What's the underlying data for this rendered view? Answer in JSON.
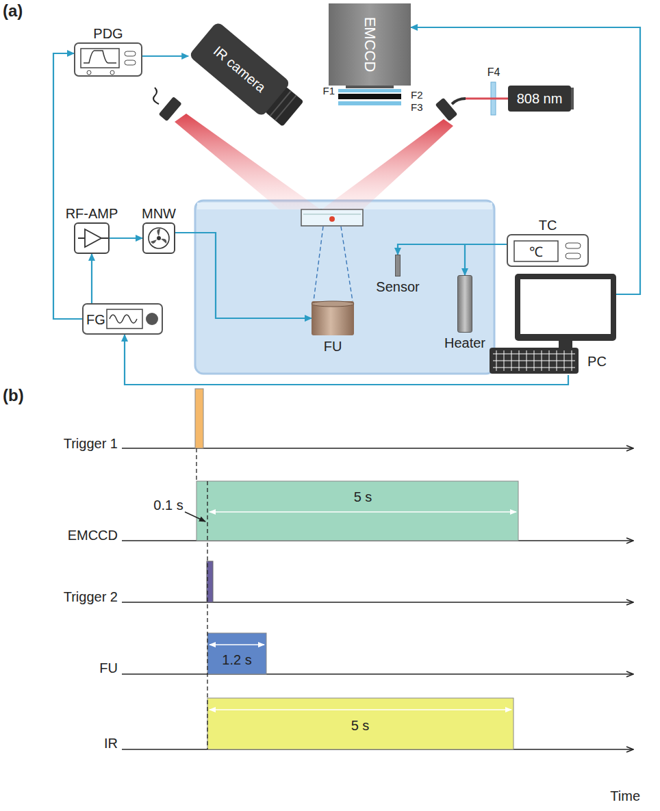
{
  "diagram": {
    "nodes": [
      {
        "text": [
          "PDG"
        ]
      },
      {
        "text": [
          "IR camera"
        ]
      },
      {
        "text": [
          "EMCCD"
        ]
      },
      {
        "text": [
          "808 nm"
        ]
      },
      {
        "text": [
          "TC",
          "℃"
        ]
      },
      {
        "text": [
          "RF-AMP"
        ]
      },
      {
        "text": [
          "MNW"
        ]
      },
      {
        "text": [
          "FG"
        ]
      },
      {
        "text": [
          "FU"
        ]
      },
      {
        "text": [
          "Sensor"
        ]
      },
      {
        "text": [
          "Heater"
        ]
      },
      {
        "text": [
          "PC"
        ]
      }
    ],
    "edges": [
      {
        "from": 7,
        "to": 0,
        "arrow": "to"
      },
      {
        "from": 0,
        "to": 1,
        "arrow": "to"
      },
      {
        "from": 11,
        "to": 2,
        "arrow": "to"
      },
      {
        "from": 11,
        "to": 7,
        "arrow": "to"
      },
      {
        "from": 7,
        "to": 5,
        "arrow": "to"
      },
      {
        "from": 5,
        "to": 6,
        "arrow": "to"
      },
      {
        "from": 6,
        "to": 8,
        "arrow": "to"
      },
      {
        "from": 4,
        "to": 9,
        "arrow": "to"
      },
      {
        "from": 4,
        "to": 10,
        "arrow": "to"
      }
    ],
    "labels": [
      "(a)",
      "F1",
      "F2",
      "F3",
      "F4",
      "(b)",
      "Trigger 1",
      "0.1 s",
      "5 s",
      "EMCCD",
      "Trigger 2",
      "1.2 s",
      "FU",
      "5 s",
      "IR",
      "Time"
    ]
  }
}
